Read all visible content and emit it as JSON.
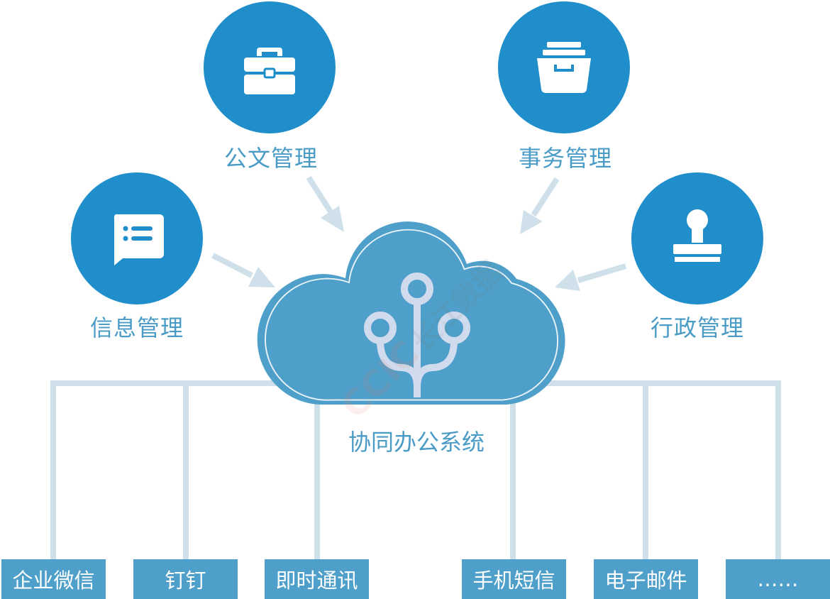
{
  "colors": {
    "circle": "#1f8ecb",
    "cloud": "#4e9fc9",
    "connector": "#cfe0ea",
    "label": "#4a9bc6",
    "tree_icon": "#d0dcee"
  },
  "modules": [
    {
      "label": "公文管理",
      "icon": "briefcase-icon"
    },
    {
      "label": "事务管理",
      "icon": "archive-box-icon"
    },
    {
      "label": "信息管理",
      "icon": "chat-list-icon"
    },
    {
      "label": "行政管理",
      "icon": "stamp-icon"
    }
  ],
  "center": {
    "label": "协同办公系统",
    "icon": "branch-network-icon"
  },
  "channels": [
    {
      "label": "企业微信"
    },
    {
      "label": "钉钉"
    },
    {
      "label": "即时通讯"
    },
    {
      "label": "手机短信"
    },
    {
      "label": "电子邮件"
    },
    {
      "label": "……"
    }
  ],
  "watermark": {
    "brand": "CCIC",
    "text": "长江数据"
  }
}
